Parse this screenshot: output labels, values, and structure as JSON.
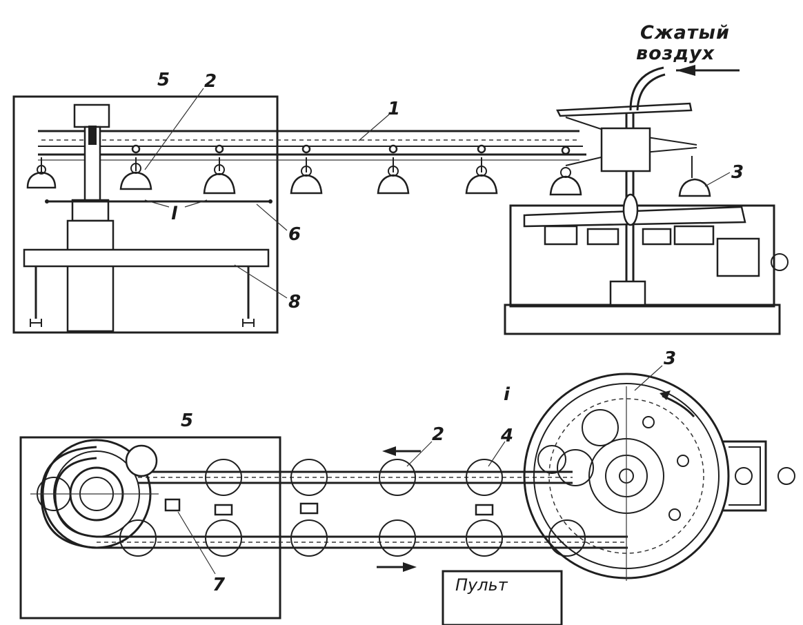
{
  "labels": {
    "air_line1": "Сжатый",
    "air_line2": "воздух",
    "side_5": "5",
    "side_2": "2",
    "side_1": "1",
    "side_3": "3",
    "side_l": "l",
    "side_6": "6",
    "side_8": "8",
    "plan_5": "5",
    "plan_2": "2",
    "plan_4": "4",
    "plan_3": "3",
    "plan_7": "7",
    "plan_i": "i",
    "console": "Пульт"
  },
  "colors": {
    "ink": "#1f1f1f",
    "paper": "#ffffff"
  }
}
